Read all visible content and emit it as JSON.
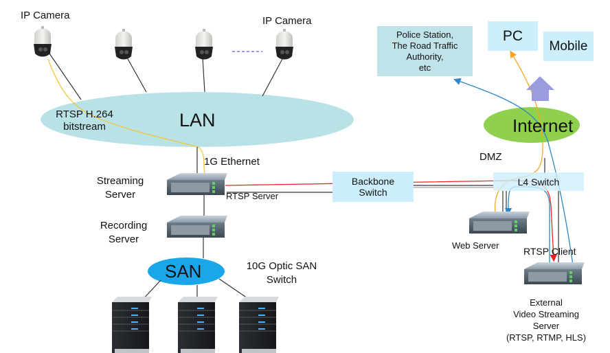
{
  "diagram": {
    "title": "IP camera video streaming network architecture",
    "colors": {
      "lan": "#b9e2e6",
      "san": "#1aa6e8",
      "internet": "#8fd14f",
      "box_light": "#cdeefc",
      "box_teal": "#bfe3e8",
      "arrow_up": "#9b9be0",
      "flow_yellow": "#f2c12e",
      "flow_orange": "#f5a623",
      "flow_red": "#ee2222",
      "flow_blue": "#2a86c8",
      "line_dark": "#333333",
      "dashes": "#5b5bd6"
    },
    "cameras": {
      "label_left": "IP Camera",
      "label_right": "IP Camera",
      "ellipsis": "-------",
      "count": 4
    },
    "lan": {
      "label": "LAN",
      "stream_label_1": "RTSP H.264",
      "stream_label_2": "bitstream"
    },
    "ethernet_label": "1G Ethernet",
    "streaming_server": {
      "label_1": "Streaming",
      "label_2": "Server",
      "role": "RTSP Server"
    },
    "recording_server": {
      "label_1": "Recording",
      "label_2": "Server"
    },
    "san": {
      "label": "SAN",
      "switch_label_1": "10G Optic SAN",
      "switch_label_2": "Switch",
      "storage_count": 3
    },
    "backbone_switch": {
      "label_1": "Backbone",
      "label_2": "Switch"
    },
    "dmz_label": "DMZ",
    "l4_switch": {
      "label": "L4 Switch"
    },
    "web_server": {
      "label": "Web Server"
    },
    "external_server": {
      "client_label": "RTSP Client",
      "label_1": "External",
      "label_2": "Video Streaming",
      "label_3": "Server",
      "label_4": "(RTSP, RTMP, HLS)"
    },
    "internet": {
      "label": "Internet"
    },
    "clients": {
      "police_1": "Police Station,",
      "police_2": "The Road Traffic",
      "police_3": "Authority,",
      "police_4": "etc",
      "pc": "PC",
      "mobile": "Mobile"
    }
  }
}
